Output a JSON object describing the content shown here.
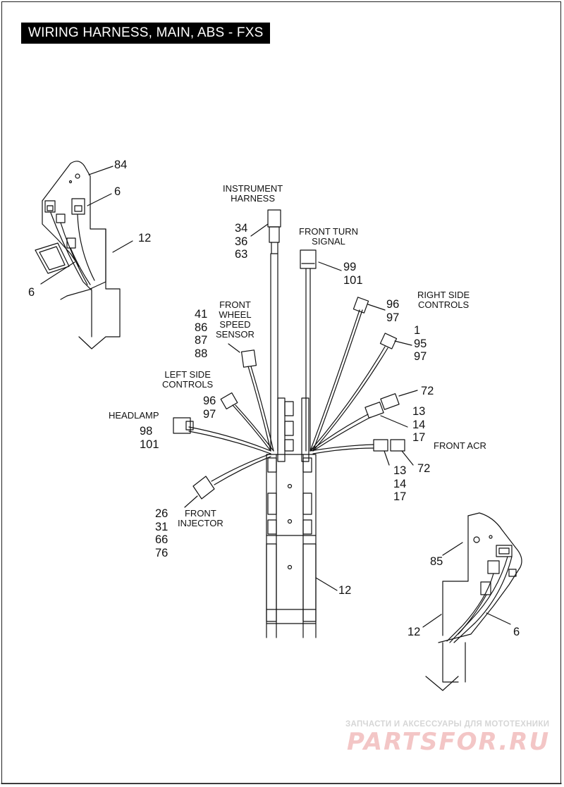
{
  "title": "WIRING HARNESS, MAIN, ABS - FXS",
  "captions": {
    "instrument_harness": "INSTRUMENT\nHARNESS",
    "front_turn_signal": "FRONT TURN\nSIGNAL",
    "right_side_controls": "RIGHT SIDE\nCONTROLS",
    "front_wheel_speed_sensor": "FRONT\nWHEEL\nSPEED\nSENSOR",
    "left_side_controls": "LEFT SIDE\nCONTROLS",
    "headlamp": "HEADLAMP",
    "front_acr": "FRONT ACR",
    "front_injector": "FRONT\nINJECTOR"
  },
  "callouts": {
    "c84": "84",
    "c6_upper": "6",
    "c12_upper_left": "12",
    "c6_lower_left": "6",
    "c34_36_63": "34\n36\n63",
    "c99_101": "99\n101",
    "c96_97_right": "96\n97",
    "c1_95_97": "1\n95\n97",
    "c41_86_87_88": "41\n86\n87\n88",
    "c96_97_left": "96\n97",
    "c72_upper": "72",
    "c13_14_17_upper": "13\n14\n17",
    "c98_101": "98\n101",
    "c13_14_17_lower": "13\n14\n17",
    "c72_lower": "72",
    "c26_31_66_76": "26\n31\n66\n76",
    "c12_center": "12",
    "c85": "85",
    "c12_lower_right": "12",
    "c6_lower_right": "6"
  },
  "watermark": {
    "tagline": "ЗАПЧАСТИ И АКСЕССУАРЫ ДЛЯ МОТОТЕХНИКИ",
    "logo": "PARTSFOR.RU"
  }
}
